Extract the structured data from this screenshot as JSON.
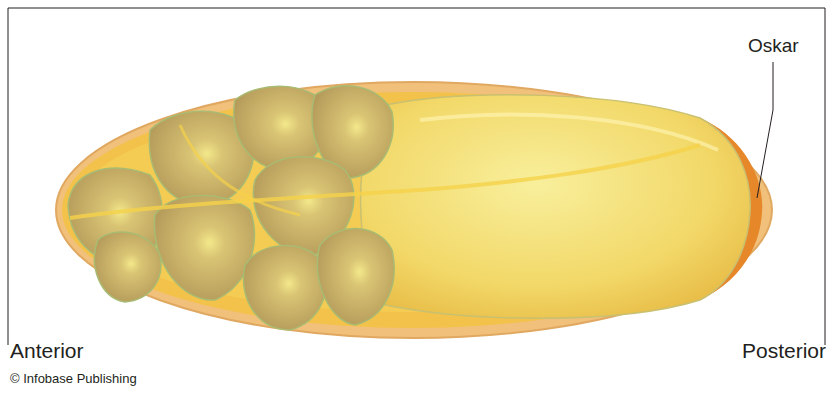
{
  "diagram": {
    "labels": [
      "Oskar",
      "Anterior",
      "Posterior",
      "© Infobase Publishing"
    ]
  }
}
